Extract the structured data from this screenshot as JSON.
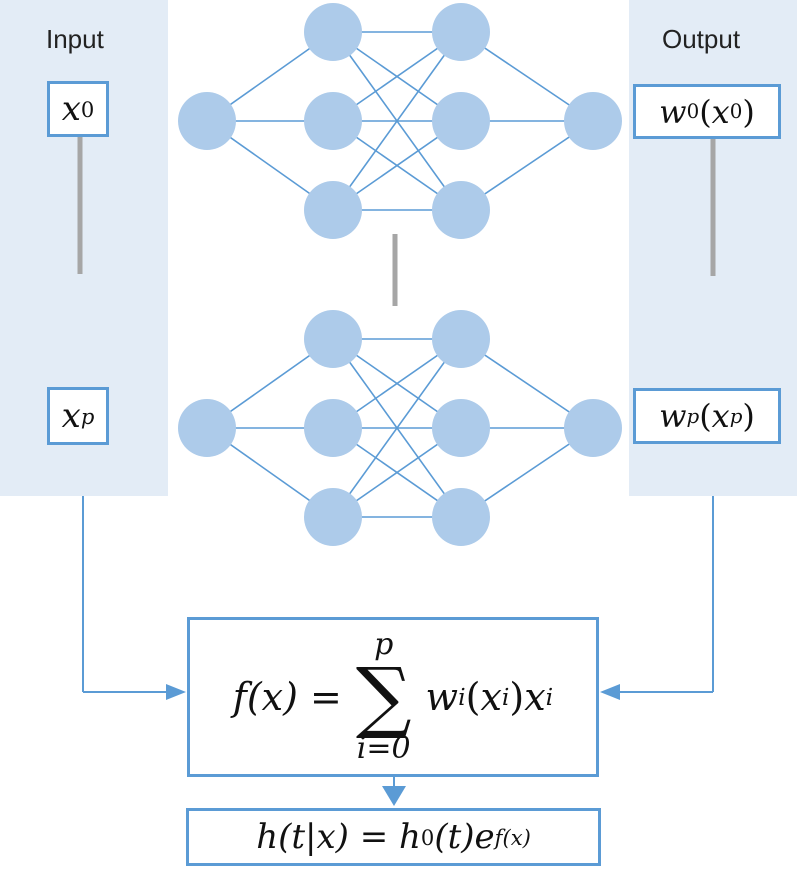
{
  "input_panel": {
    "label": "Input",
    "top_var": "x",
    "top_sub": "0",
    "bottom_var": "x",
    "bottom_sub": "p"
  },
  "output_panel": {
    "label": "Output",
    "top": {
      "w": "w",
      "w_sub": "0",
      "x": "x",
      "x_sub": "0"
    },
    "bottom": {
      "w": "w",
      "w_sub": "p",
      "x": "x",
      "x_sub": "p"
    }
  },
  "formula_main": {
    "lhs": "f(x) =",
    "sum_upper": "p",
    "sum_symbol": "∑",
    "sum_lower": "i=0",
    "term_w": "w",
    "term_w_sub": "i",
    "term_paren_x": "x",
    "term_paren_sub": "i",
    "term_x": "x",
    "term_x_sub": "i"
  },
  "formula_hazard": {
    "lhs": "h(t|x) =",
    "h": "h",
    "h_sub": "0",
    "arg": "(t)",
    "e": "e",
    "exp": "f(x)"
  },
  "colors": {
    "panel": "#e3ecf6",
    "node": "#adcbea",
    "edge": "#5b9bd5",
    "connector": "#a6a6a6",
    "box_border": "#5b9bd5"
  }
}
